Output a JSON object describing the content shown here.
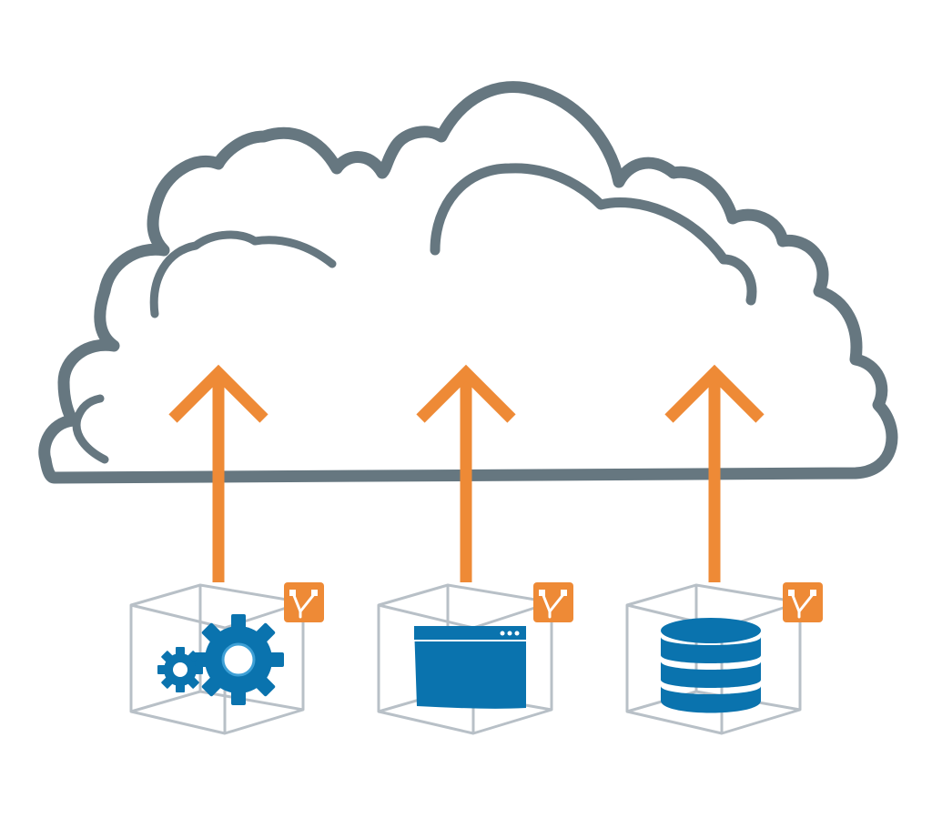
{
  "diagram": {
    "description_items": [
      {
        "kind": "cloud",
        "icon": "cloud-icon"
      },
      {
        "kind": "arrow",
        "icon": "arrow-up-icon"
      },
      {
        "kind": "container",
        "icon": "gears-icon"
      },
      {
        "kind": "container",
        "icon": "browser-window-icon"
      },
      {
        "kind": "container",
        "icon": "database-icon"
      },
      {
        "kind": "badge",
        "icon": "network-node-icon"
      }
    ],
    "colors": {
      "cloud_outline": "#667780",
      "arrow": "#ee8a36",
      "icon_blue": "#0a73ae",
      "icon_blue_light": "#3ea0d6",
      "box_line": "#b8c0c7",
      "badge": "#ee8a36",
      "badge_symbol": "#ffffff",
      "background": "#ffffff"
    }
  }
}
